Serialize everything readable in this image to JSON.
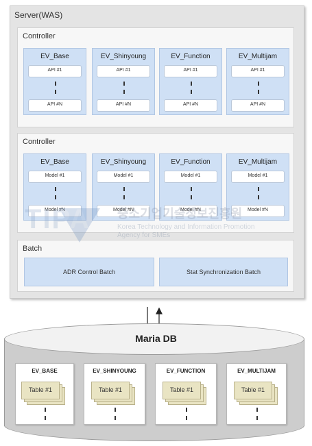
{
  "server": {
    "title": "Server(WAS)"
  },
  "controllers": [
    {
      "title": "Controller",
      "modules": [
        {
          "title": "EV_Base",
          "first": "API #1",
          "last": "API #N"
        },
        {
          "title": "EV_Shinyoung",
          "first": "API #1",
          "last": "API #N"
        },
        {
          "title": "EV_Function",
          "first": "API #1",
          "last": "API #N"
        },
        {
          "title": "EV_Multijam",
          "first": "API #1",
          "last": "API #N"
        }
      ]
    },
    {
      "title": "Controller",
      "modules": [
        {
          "title": "EV_Base",
          "first": "Model #1",
          "last": "Model  #N"
        },
        {
          "title": "EV_Shinyoung",
          "first": "Model #1",
          "last": "Model #N"
        },
        {
          "title": "EV_Function",
          "first": "Model #1",
          "last": "Model #N"
        },
        {
          "title": "EV_Multijam",
          "first": "Model #1",
          "last": "Model #N"
        }
      ]
    }
  ],
  "batch": {
    "title": "Batch",
    "items": [
      "ADR Control Batch",
      "Stat Synchronization Batch"
    ]
  },
  "watermark": {
    "logo": "TIPA",
    "korean": "중소기업기술정보진흥원",
    "line1": "Korea Technology and Information Promotion",
    "line2": "Agency for SMEs"
  },
  "database": {
    "title": "Maria DB",
    "tables": [
      {
        "title": "EV_BASE",
        "table": "Table #1"
      },
      {
        "title": "EV_SHINYOUNG",
        "table": "Table #1"
      },
      {
        "title": "EV_FUNCTION",
        "table": "Table #1"
      },
      {
        "title": "EV_MULTIJAM",
        "table": "Table #1"
      }
    ]
  }
}
